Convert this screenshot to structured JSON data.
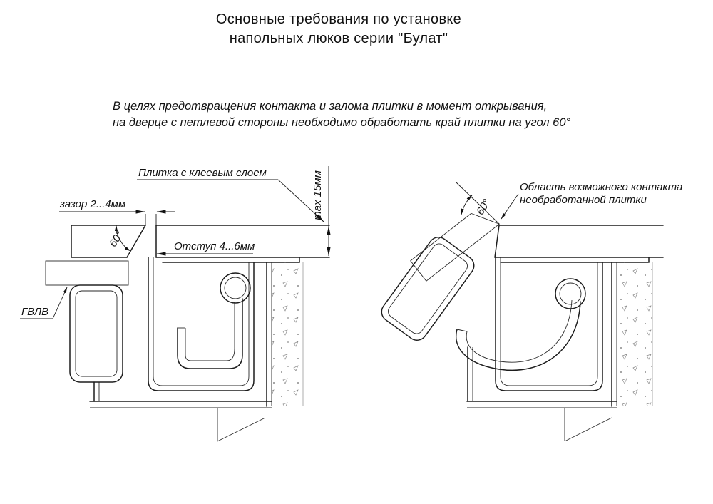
{
  "title": {
    "line1": "Основные требования по установке",
    "line2": "напольных люков серии \"Булат\""
  },
  "note": {
    "line1": "В целях предотвращения контакта и залома плитки в момент открывания,",
    "line2": "на дверце с петлевой стороны необходимо обработать край плитки на угол 60°"
  },
  "left_diagram": {
    "tile_label": "Плитка с клеевым слоем",
    "gap_label": "зазор 2...4мм",
    "angle_label": "60°",
    "offset_label": "Отступ 4...6мм",
    "max_thickness_label": "max 15мм",
    "gvl_label": "ГВЛВ"
  },
  "right_diagram": {
    "contact_label_line1": "Область возможного контакта",
    "contact_label_line2": "необработанной плитки",
    "angle_label": "60°"
  }
}
